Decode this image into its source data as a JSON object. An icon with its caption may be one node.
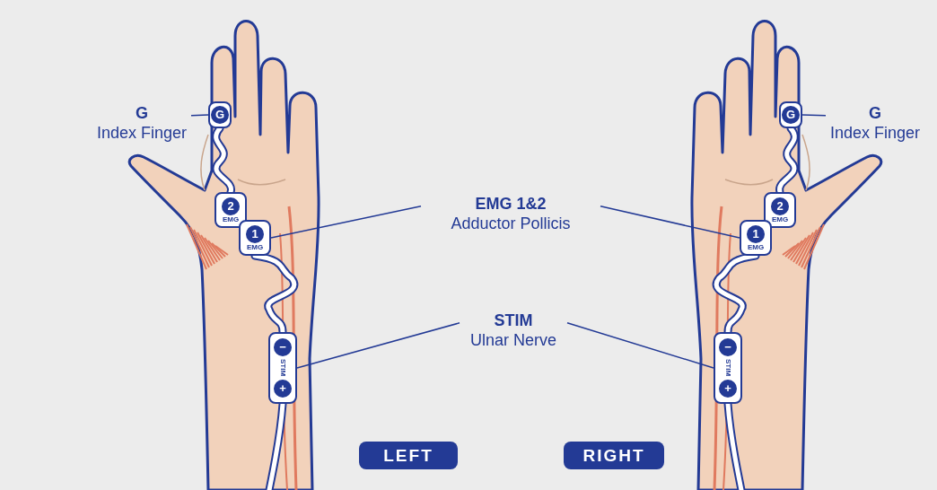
{
  "diagram": {
    "nodes": [
      {
        "text": [
          "G",
          "Index Finger"
        ]
      },
      {
        "text": [
          "EMG 1&2",
          "Adductor Pollicis"
        ]
      },
      {
        "text": [
          "G",
          "Index Finger"
        ]
      },
      {
        "text": [
          "STIM",
          "Ulnar Nerve"
        ]
      },
      {
        "text": [
          "G"
        ]
      },
      {
        "text": [
          "2",
          "EMG"
        ]
      },
      {
        "text": [
          "1",
          "EMG"
        ]
      },
      {
        "text": [
          "−",
          "STIM",
          "+"
        ]
      },
      {
        "text": [
          "G"
        ]
      },
      {
        "text": [
          "2",
          "EMG"
        ]
      },
      {
        "text": [
          "1",
          "EMG"
        ]
      },
      {
        "text": [
          "−",
          "STIM",
          "+"
        ]
      },
      {
        "text": [
          "LEFT"
        ]
      },
      {
        "text": [
          "RIGHT"
        ]
      }
    ],
    "edges": [
      {
        "from": 0,
        "to": 4,
        "arrow": "none"
      },
      {
        "from": 1,
        "to": 6,
        "arrow": "none"
      },
      {
        "from": 1,
        "to": 10,
        "arrow": "none"
      },
      {
        "from": 2,
        "to": 8,
        "arrow": "none"
      },
      {
        "from": 3,
        "to": 7,
        "arrow": "none"
      },
      {
        "from": 3,
        "to": 11,
        "arrow": "none"
      },
      {
        "from": 4,
        "to": 5,
        "arrow": "none",
        "style": "thick"
      },
      {
        "from": 6,
        "to": 7,
        "arrow": "none",
        "style": "thick"
      },
      {
        "from": 7,
        "to": null,
        "arrow": "none",
        "style": "thick"
      },
      {
        "from": 8,
        "to": 9,
        "arrow": "none",
        "style": "thick"
      },
      {
        "from": 10,
        "to": 11,
        "arrow": "none",
        "style": "thick"
      },
      {
        "from": 11,
        "to": null,
        "arrow": "none",
        "style": "thick"
      }
    ]
  }
}
